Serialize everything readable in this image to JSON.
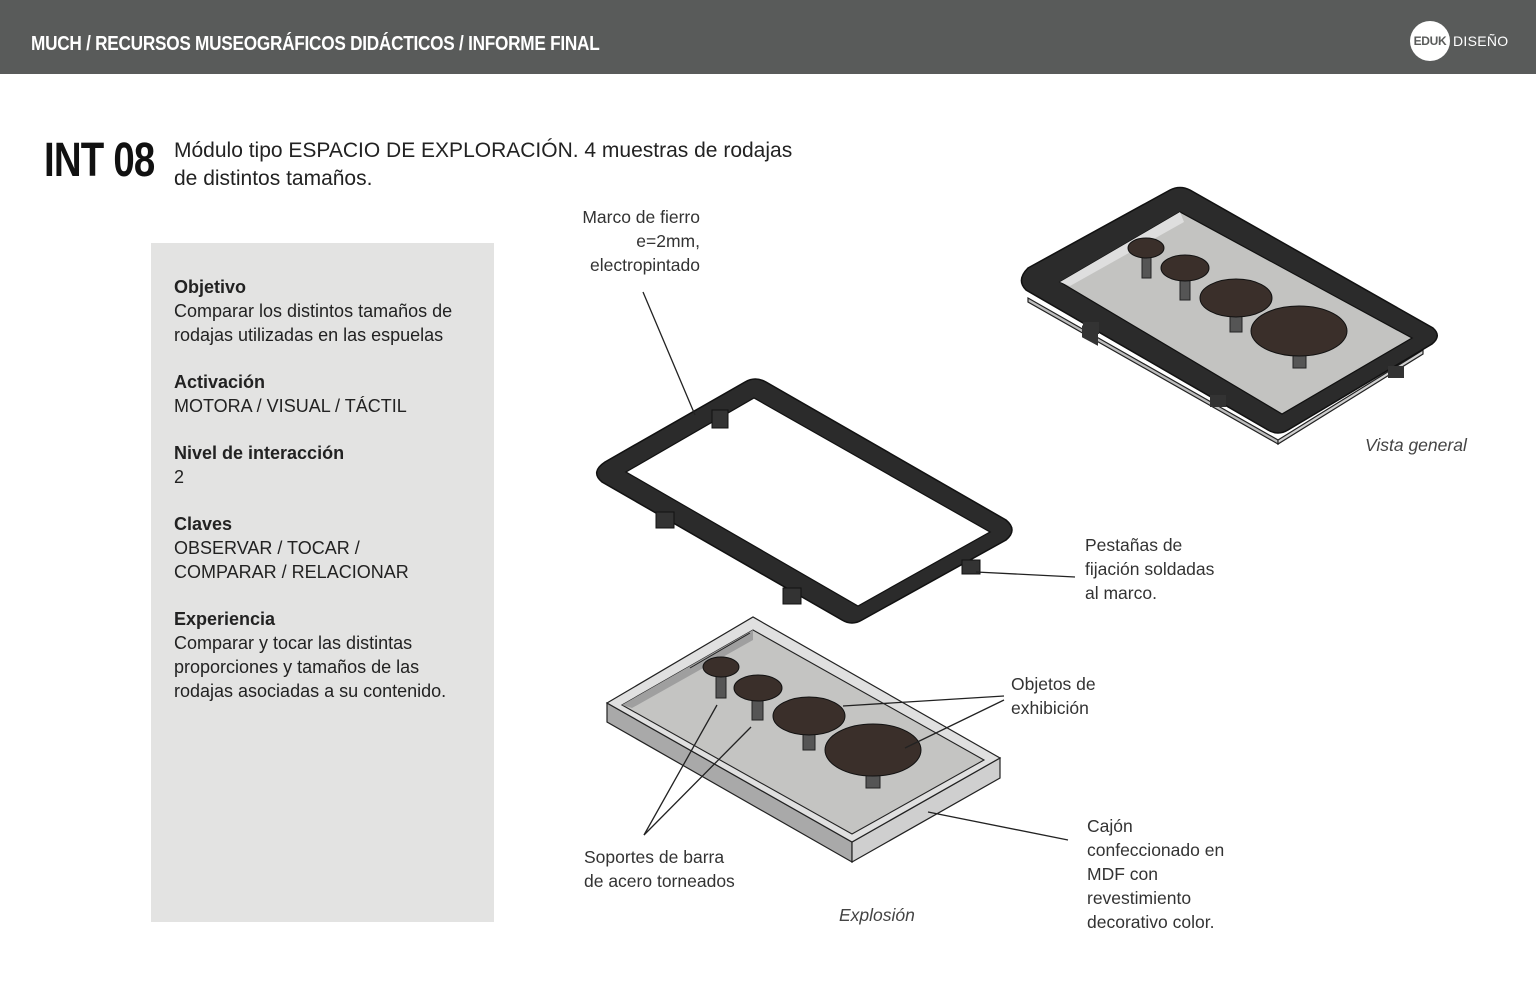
{
  "header": {
    "title": "MUCH / RECURSOS MUSEOGRÁFICOS DIDÁCTICOS / INFORME FINAL",
    "logo_mark": "EDUK",
    "logo_text": "DISEÑO"
  },
  "module": {
    "code": "INT 08",
    "description_line1": "Módulo tipo ESPACIO DE EXPLORACIÓN. 4 muestras de rodajas",
    "description_line2": "de distintos tamaños."
  },
  "info": {
    "objetivo": {
      "label": "Objetivo",
      "line1": "Comparar los distintos tamaños de",
      "line2": "rodajas utilizadas en las espuelas"
    },
    "activacion": {
      "label": "Activación",
      "value": "MOTORA / VISUAL / TÁCTIL"
    },
    "nivel": {
      "label": "Nivel de interacción",
      "value": "2"
    },
    "claves": {
      "label": "Claves",
      "line1": "OBSERVAR / TOCAR /",
      "line2": "COMPARAR / RELACIONAR"
    },
    "experiencia": {
      "label": "Experiencia",
      "line1": "Comparar y tocar las distintas",
      "line2": "proporciones y tamaños de las",
      "line3": "rodajas asociadas a su contenido."
    }
  },
  "annotations": {
    "marco": {
      "line1": "Marco de fierro",
      "line2": "e=2mm,",
      "line3": "electropintado"
    },
    "pestanas": {
      "line1": "Pestañas de",
      "line2": "fijación soldadas",
      "line3": "al marco."
    },
    "objetos": {
      "line1": "Objetos de",
      "line2": "exhibición"
    },
    "soportes": {
      "line1": "Soportes de barra",
      "line2": "de acero torneados"
    },
    "cajon": {
      "line1": "Cajón",
      "line2": "confeccionado en",
      "line3": "MDF con",
      "line4": "revestimiento",
      "line5": "decorativo color."
    },
    "vista_general": "Vista general",
    "explosion": "Explosión"
  }
}
